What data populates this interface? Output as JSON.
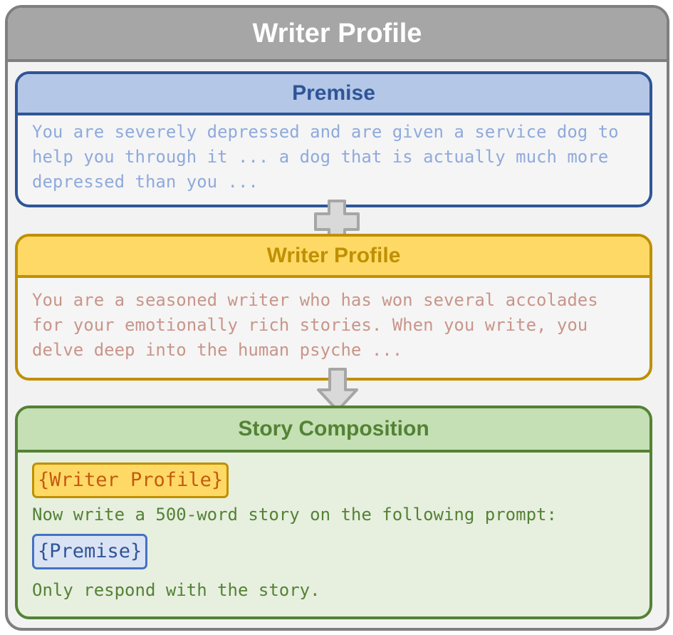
{
  "title": "Writer Profile",
  "premise": {
    "header": "Premise",
    "text": "You are severely depressed and are given a service dog to help you through it ... a dog that is actually much more depressed than you ..."
  },
  "writer_profile": {
    "header": "Writer Profile",
    "text": "You are a seasoned writer who has won several accolades for your emotionally rich stories. When you write, you delve deep into the human psyche ..."
  },
  "story_composition": {
    "header": "Story Composition",
    "writer_profile_placeholder": "{Writer Profile}",
    "instruction": "Now write a 500-word story on the following prompt:",
    "premise_placeholder": "{Premise}",
    "closing": "Only respond with the story."
  },
  "colors": {
    "premise_accent": "#2f5597",
    "writer_accent": "#bf9000",
    "story_accent": "#548235",
    "frame": "#7f7f7f"
  },
  "icons": [
    "plus-icon",
    "down-arrow-icon"
  ]
}
